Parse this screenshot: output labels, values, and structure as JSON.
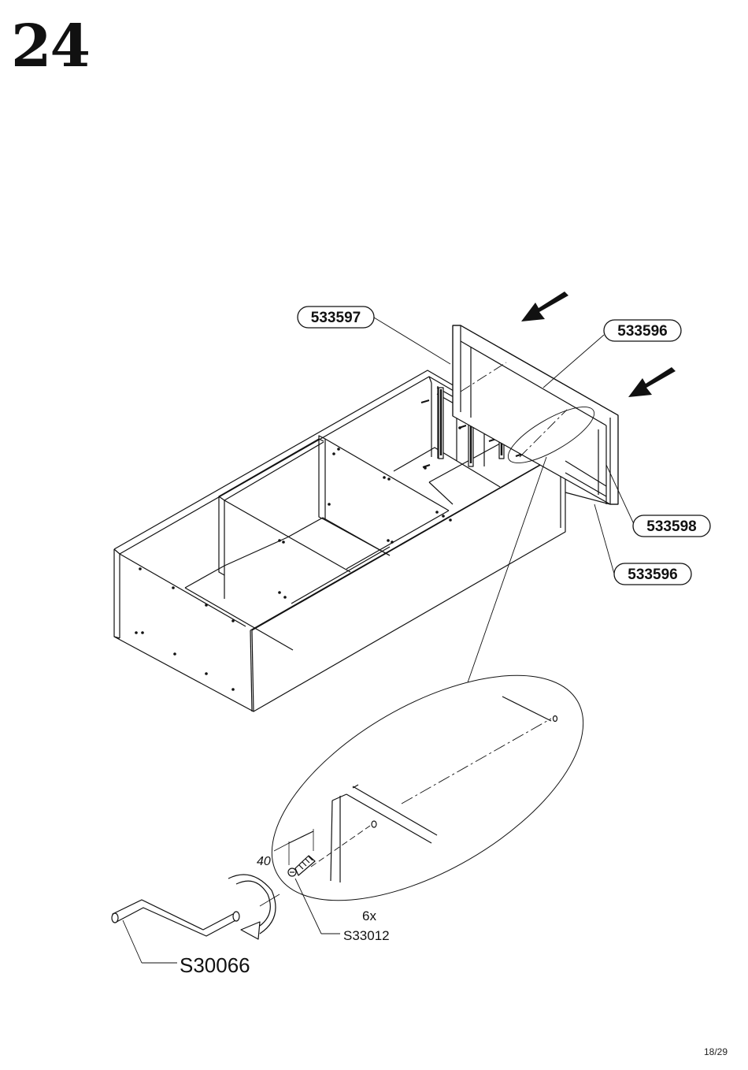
{
  "step": {
    "number": "24"
  },
  "parts": {
    "p533597": "533597",
    "p533596_top": "533596",
    "p533598": "533598",
    "p533596_bottom": "533596"
  },
  "detail": {
    "screw_qty": "6x",
    "screw_code": "S33012",
    "tool_code": "S30066",
    "dimension": "40"
  },
  "footer": {
    "page": "18/29"
  }
}
